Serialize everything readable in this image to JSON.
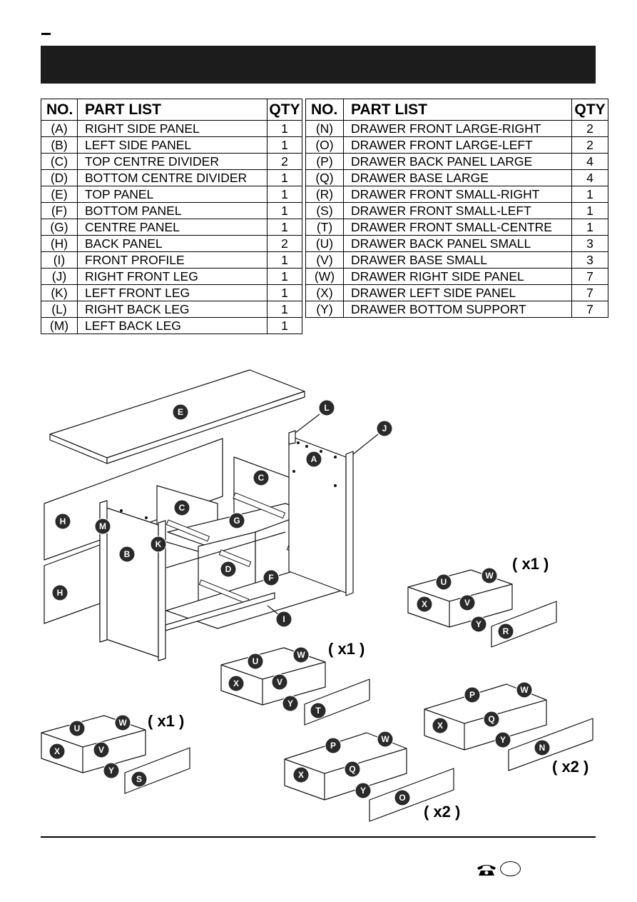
{
  "parts_left": {
    "headers": {
      "no": "NO.",
      "name": "PART LIST",
      "qty": "QTY"
    },
    "rows": [
      {
        "no": "(A)",
        "name": "RIGHT SIDE PANEL",
        "qty": "1"
      },
      {
        "no": "(B)",
        "name": "LEFT SIDE PANEL",
        "qty": "1"
      },
      {
        "no": "(C)",
        "name": "TOP CENTRE DIVIDER",
        "qty": "2"
      },
      {
        "no": "(D)",
        "name": "BOTTOM CENTRE DIVIDER",
        "qty": "1"
      },
      {
        "no": "(E)",
        "name": "TOP PANEL",
        "qty": "1"
      },
      {
        "no": "(F)",
        "name": "BOTTOM PANEL",
        "qty": "1"
      },
      {
        "no": "(G)",
        "name": "CENTRE PANEL",
        "qty": "1"
      },
      {
        "no": "(H)",
        "name": "BACK PANEL",
        "qty": "2"
      },
      {
        "no": "(I)",
        "name": "FRONT PROFILE",
        "qty": "1"
      },
      {
        "no": "(J)",
        "name": "RIGHT FRONT LEG",
        "qty": "1"
      },
      {
        "no": "(K)",
        "name": "LEFT FRONT LEG",
        "qty": "1"
      },
      {
        "no": "(L)",
        "name": "RIGHT BACK LEG",
        "qty": "1"
      },
      {
        "no": "(M)",
        "name": "LEFT BACK LEG",
        "qty": "1"
      }
    ]
  },
  "parts_right": {
    "headers": {
      "no": "NO.",
      "name": "PART LIST",
      "qty": "QTY"
    },
    "rows": [
      {
        "no": "(N)",
        "name": "DRAWER FRONT LARGE-RIGHT",
        "qty": "2"
      },
      {
        "no": "(O)",
        "name": "DRAWER FRONT LARGE-LEFT",
        "qty": "2"
      },
      {
        "no": "(P)",
        "name": "DRAWER BACK PANEL LARGE",
        "qty": "4"
      },
      {
        "no": "(Q)",
        "name": "DRAWER BASE LARGE",
        "qty": "4"
      },
      {
        "no": "(R)",
        "name": "DRAWER FRONT SMALL-RIGHT",
        "qty": "1"
      },
      {
        "no": "(S)",
        "name": "DRAWER FRONT SMALL-LEFT",
        "qty": "1"
      },
      {
        "no": "(T)",
        "name": "DRAWER FRONT SMALL-CENTRE",
        "qty": "1"
      },
      {
        "no": "(U)",
        "name": "DRAWER BACK PANEL SMALL",
        "qty": "3"
      },
      {
        "no": "(V)",
        "name": "DRAWER BASE SMALL",
        "qty": "3"
      },
      {
        "no": "(W)",
        "name": "DRAWER RIGHT SIDE PANEL",
        "qty": "7"
      },
      {
        "no": "(X)",
        "name": "DRAWER LEFT SIDE PANEL",
        "qty": "7"
      },
      {
        "no": "(Y)",
        "name": "DRAWER BOTTOM SUPPORT",
        "qty": "7"
      }
    ]
  },
  "diagram": {
    "cabinet_labels": {
      "E": "E",
      "L": "L",
      "J": "J",
      "A": "A",
      "C1": "C",
      "C2": "C",
      "G": "G",
      "H1": "H",
      "H2": "H",
      "M": "M",
      "B": "B",
      "K": "K",
      "D": "D",
      "F": "F",
      "I": "I"
    },
    "drawer_R": {
      "U": "U",
      "W": "W",
      "X": "X",
      "V": "V",
      "Y": "Y",
      "front": "R",
      "count": "( x1 )"
    },
    "drawer_T": {
      "U": "U",
      "W": "W",
      "X": "X",
      "V": "V",
      "Y": "Y",
      "front": "T",
      "count": "( x1 )"
    },
    "drawer_S": {
      "U": "U",
      "W": "W",
      "X": "X",
      "V": "V",
      "Y": "Y",
      "front": "S",
      "count": "( x1 )"
    },
    "drawer_N": {
      "P": "P",
      "W": "W",
      "X": "X",
      "Q": "Q",
      "Y": "Y",
      "front": "N",
      "count": "( x2 )"
    },
    "drawer_O": {
      "P": "P",
      "W": "W",
      "X": "X",
      "Q": "Q",
      "Y": "Y",
      "front": "O",
      "count": "( x2 )"
    }
  },
  "footer": {
    "icon": "telephone-icon"
  }
}
